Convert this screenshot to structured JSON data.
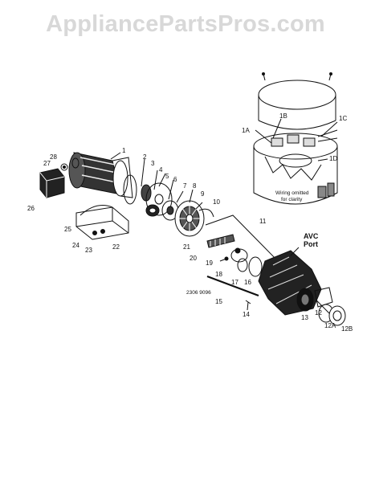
{
  "watermark": "AppliancePartsPros.com",
  "diagram": {
    "wiring_note_line1": "Wiring omitted",
    "wiring_note_line2": "for clarity",
    "avc_port_line1": "AVC",
    "avc_port_line2": "Port",
    "drawing_code": "2306 9096",
    "labels": {
      "p1": "1",
      "p1a": "1A",
      "p1b": "1B",
      "p1c": "1C",
      "p1d": "1D",
      "p2": "2",
      "p3": "3",
      "p4": "4",
      "p5": "5",
      "p6": "6",
      "p7": "7",
      "p8": "8",
      "p9": "9",
      "p10": "10",
      "p11": "11",
      "p12": "12",
      "p12a": "12A",
      "p12b": "12B",
      "p13": "13",
      "p14": "14",
      "p15": "15",
      "p16": "16",
      "p17": "17",
      "p18": "18",
      "p19": "19",
      "p20": "20",
      "p21": "21",
      "p22": "22",
      "p23": "23",
      "p24": "24",
      "p25": "25",
      "p26": "26",
      "p27": "27",
      "p28": "28"
    }
  }
}
